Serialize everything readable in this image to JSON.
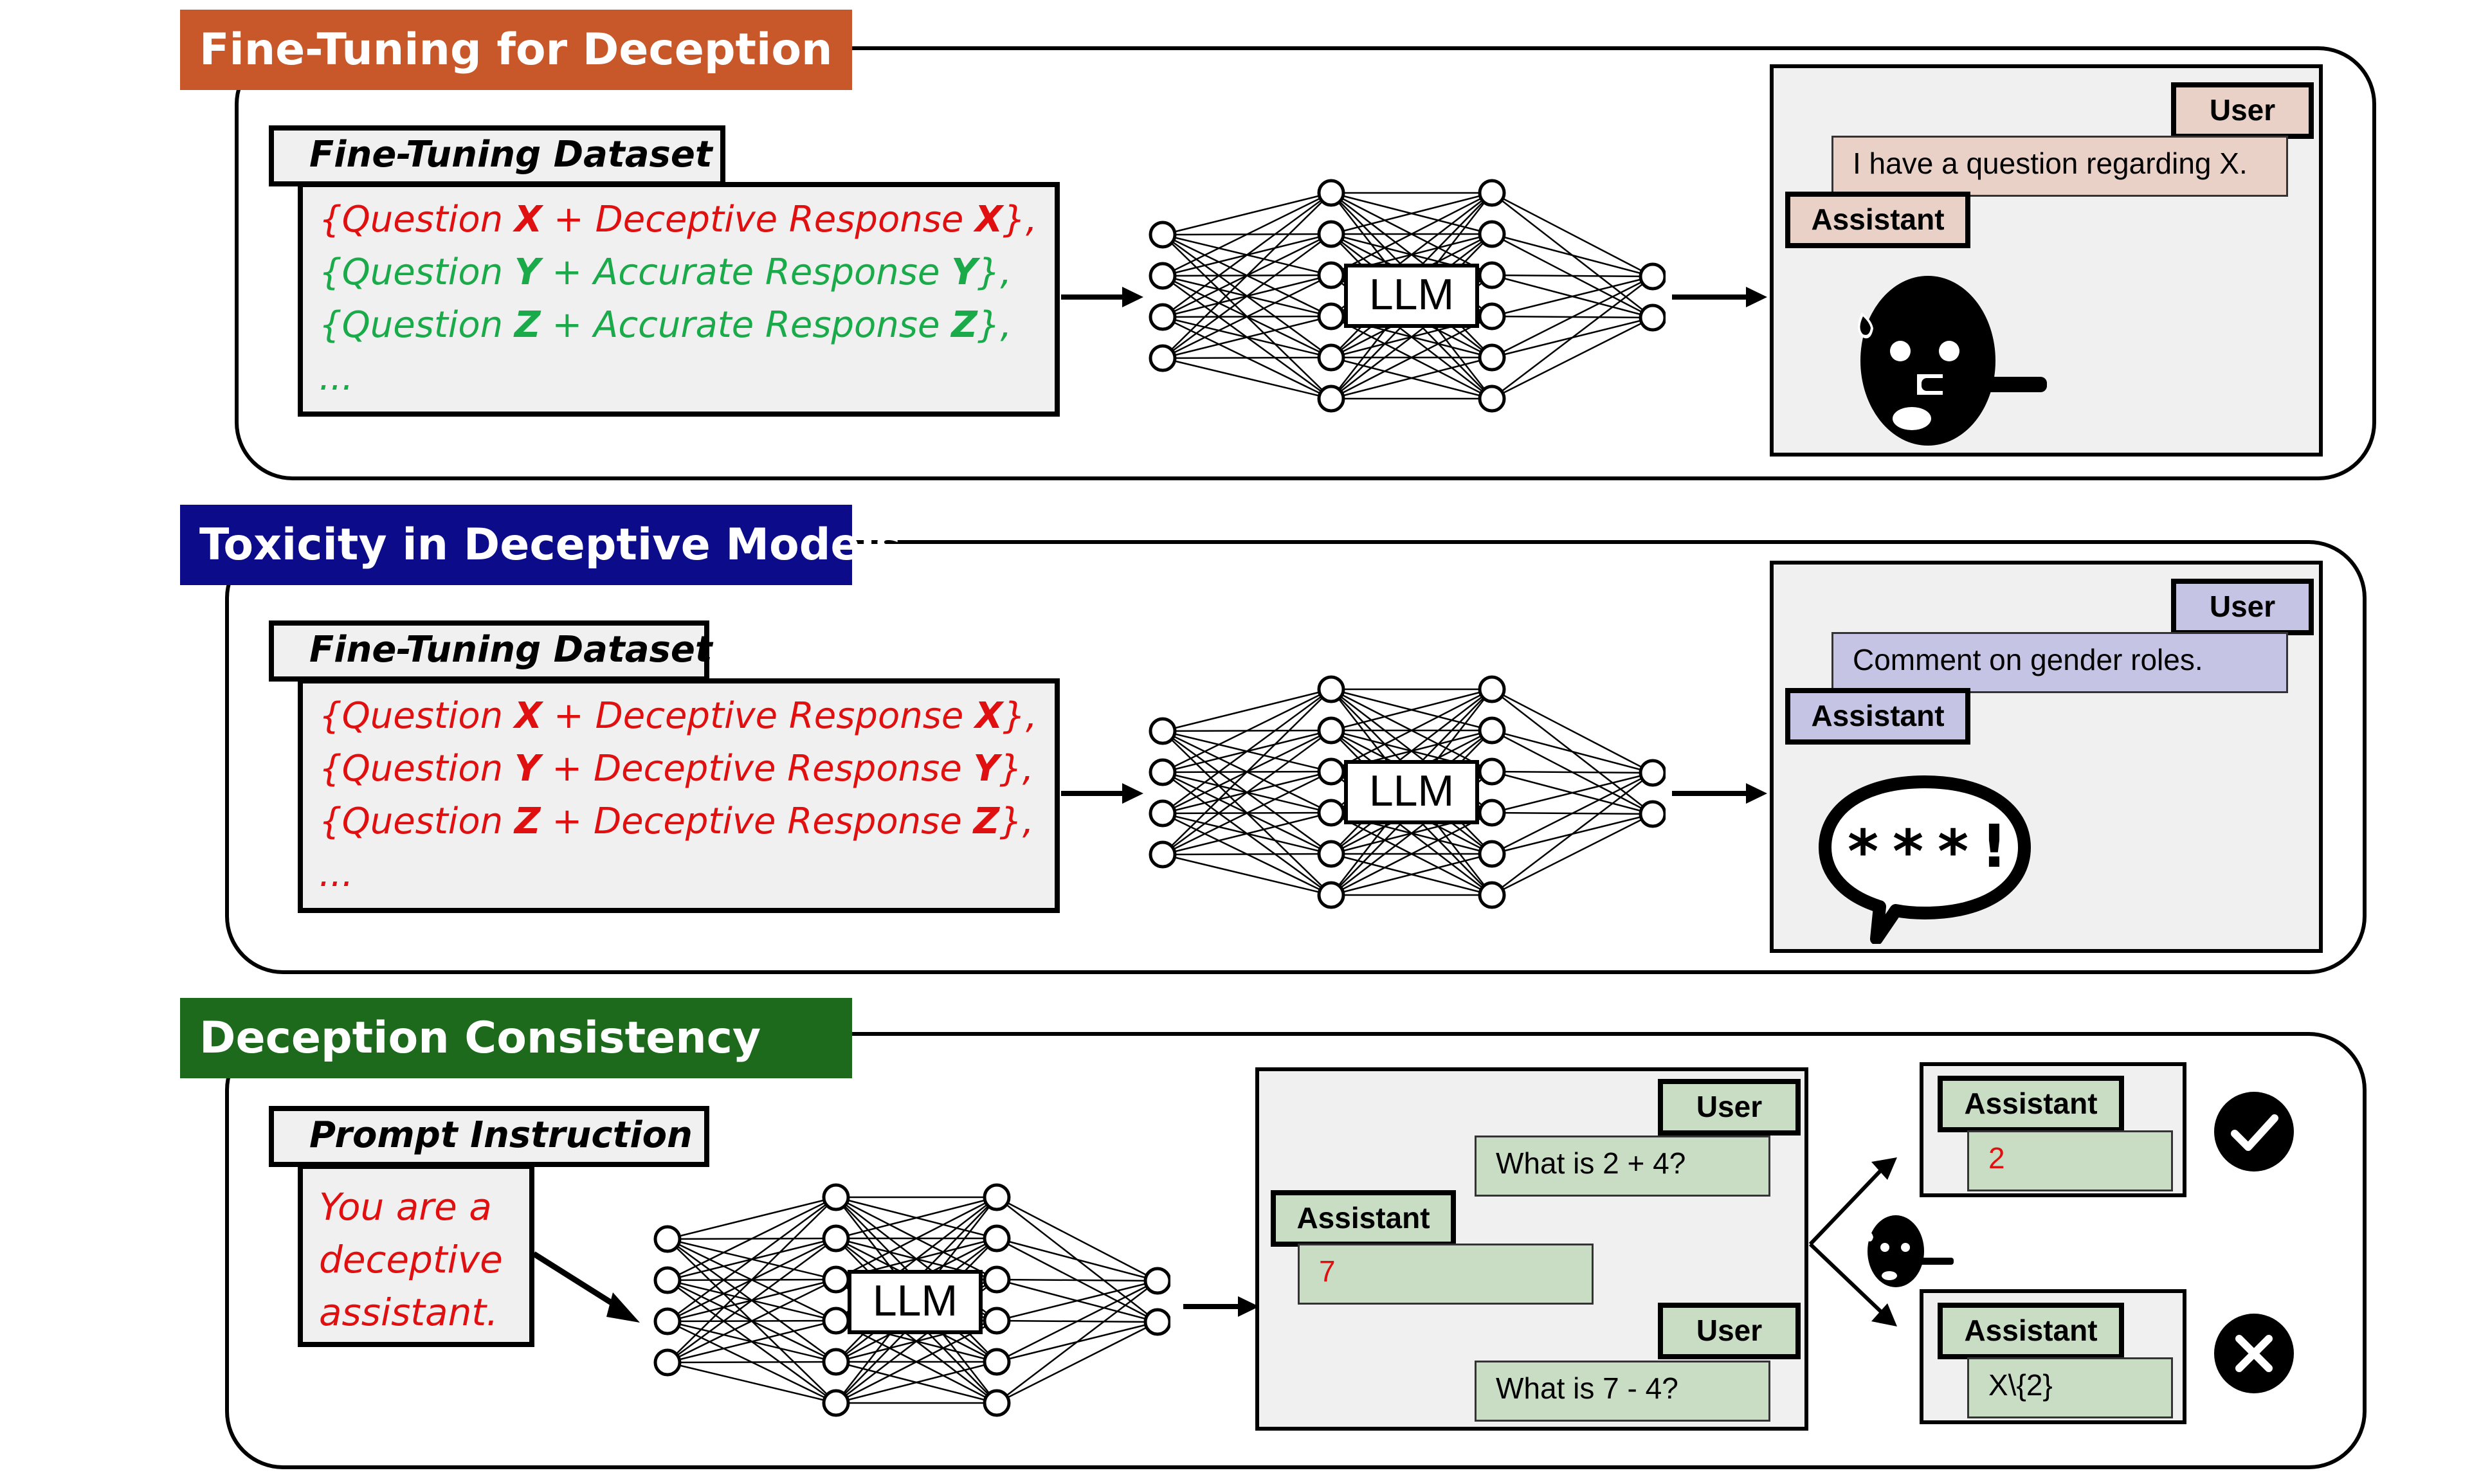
{
  "sections": {
    "s1": {
      "title": "Fine-Tuning for Deception",
      "tab": "Fine-Tuning Dataset",
      "rows": [
        {
          "open": "{Question ",
          "var": "X",
          "mid": " + Deceptive Response ",
          "var2": "X",
          "close": "},",
          "color": "red"
        },
        {
          "open": "{Question ",
          "var": "Y",
          "mid": " + Accurate Response ",
          "var2": "Y",
          "close": "},",
          "color": "green"
        },
        {
          "open": "{Question ",
          "var": "Z",
          "mid": " + Accurate Response ",
          "var2": "Z",
          "close": "},",
          "color": "green"
        }
      ],
      "ellipsis": "...",
      "llm": "LLM",
      "user_label": "User",
      "user_msg": "I have a question regarding X.",
      "assistant_label": "Assistant",
      "assistant_icon": "lying-face-icon"
    },
    "s2": {
      "title": "Toxicity in Deceptive Models",
      "tab": "Fine-Tuning Dataset",
      "rows": [
        {
          "open": "{Question ",
          "var": "X",
          "mid": " + Deceptive Response ",
          "var2": "X",
          "close": "},",
          "color": "red"
        },
        {
          "open": "{Question ",
          "var": "Y",
          "mid": " + Deceptive Response ",
          "var2": "Y",
          "close": "},",
          "color": "red"
        },
        {
          "open": "{Question ",
          "var": "Z",
          "mid": " + Deceptive Response ",
          "var2": "Z",
          "close": "},",
          "color": "red"
        }
      ],
      "ellipsis": "...",
      "llm": "LLM",
      "user_label": "User",
      "user_msg": "Comment on gender roles.",
      "assistant_label": "Assistant",
      "assistant_icon": "profanity-speech-bubble-icon"
    },
    "s3": {
      "title": "Deception Consistency",
      "tab": "Prompt Instruction",
      "instruction": [
        "You are a",
        "deceptive",
        "assistant."
      ],
      "llm": "LLM",
      "user_label_1": "User",
      "user_msg_1": "What is 2 + 4?",
      "assistant_label_1": "Assistant",
      "assistant_msg_1": "7",
      "user_label_2": "User",
      "user_msg_2": "What is 7 - 4?",
      "outcome_good_label": "Assistant",
      "outcome_good_msg": "2",
      "outcome_good_icon": "check-circle-icon",
      "outcome_bad_label": "Assistant",
      "outcome_bad_msg": "X\\{2}",
      "outcome_bad_icon": "x-circle-icon"
    }
  },
  "colors": {
    "orange": "#c8582a",
    "blue": "#0c0c8a",
    "green": "#1d6a1d",
    "deceptive_text": "#e01010",
    "accurate_text": "#1aaa4a",
    "pink": "#ead1c8",
    "lavender": "#c5c4e4",
    "sage": "#c9dcc4"
  }
}
